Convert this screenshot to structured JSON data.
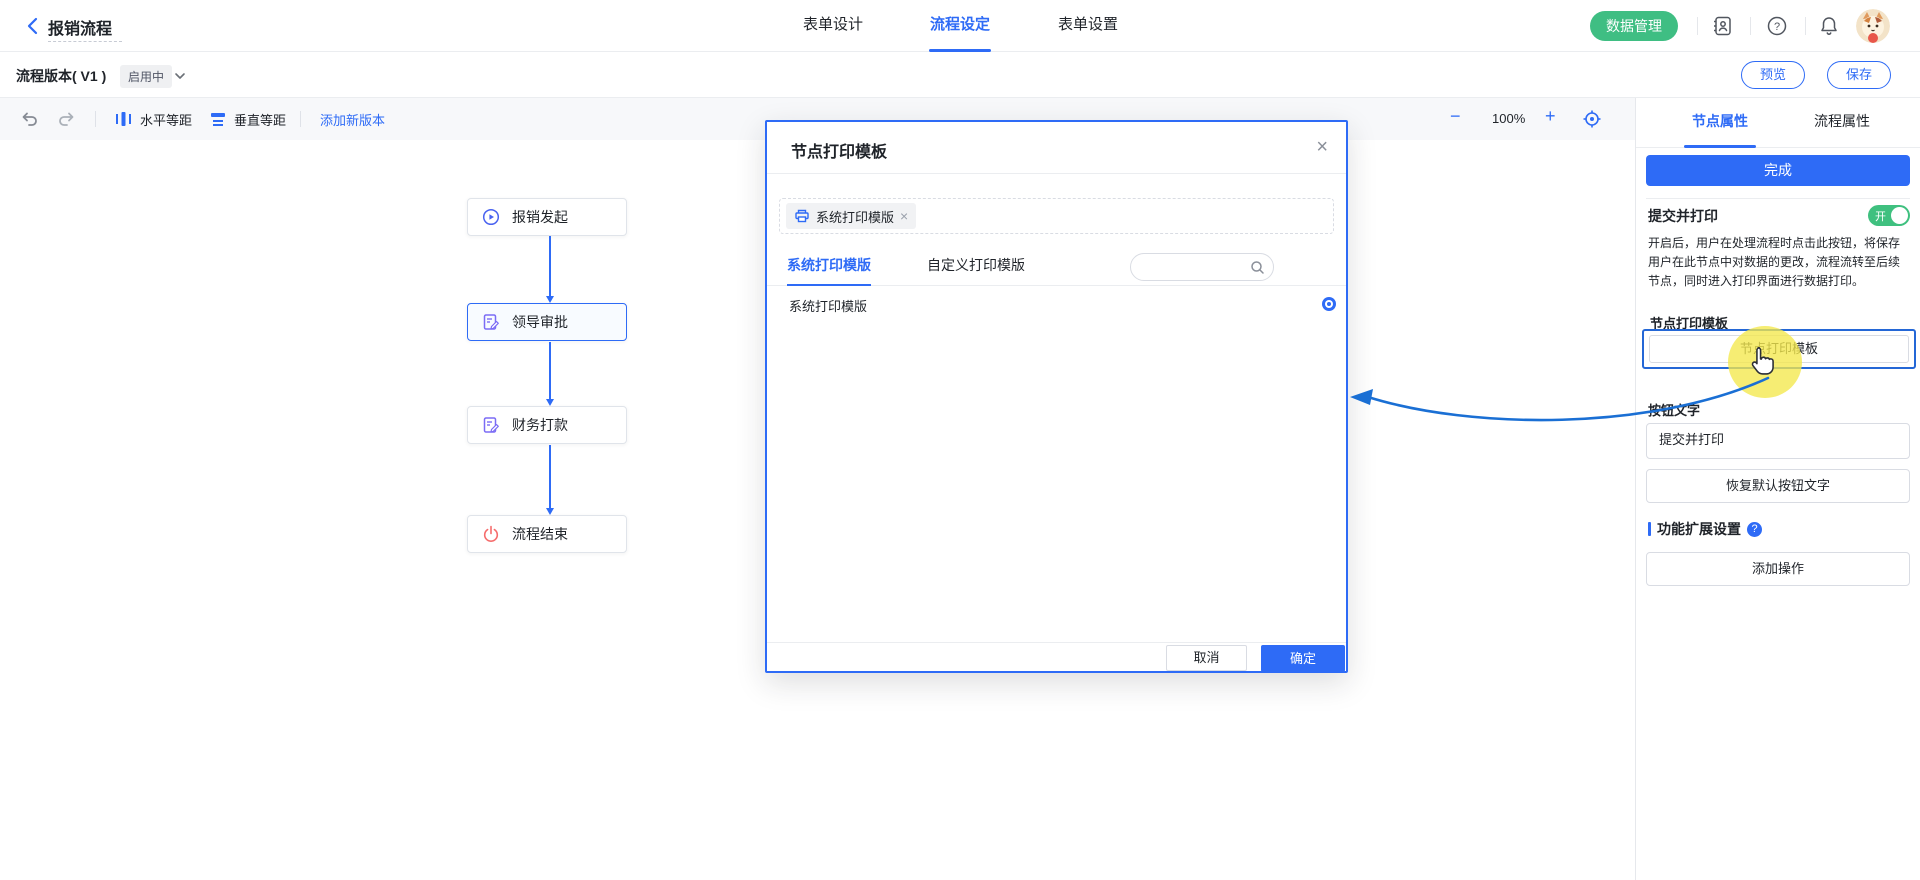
{
  "header": {
    "title": "报销流程",
    "tabs": [
      {
        "label": "表单设计"
      },
      {
        "label": "流程设定"
      },
      {
        "label": "表单设置"
      }
    ],
    "data_manage_button": "数据管理"
  },
  "glyphs": {
    "close": "×",
    "minus": "−",
    "plus": "+",
    "question": "?",
    "on": "开"
  },
  "version_bar": {
    "label": "流程版本( V1 )",
    "status_badge": "启用中",
    "preview_button": "预览",
    "save_button": "保存"
  },
  "toolbar": {
    "horizontal_label": "水平等距",
    "vertical_label": "垂直等距",
    "add_version_label": "添加新版本",
    "zoom_percent": "100%"
  },
  "flow": {
    "nodes": [
      {
        "label": "报销发起",
        "icon": "play-circle-icon"
      },
      {
        "label": "领导审批",
        "icon": "doc-edit-icon"
      },
      {
        "label": "财务打款",
        "icon": "doc-edit-icon"
      },
      {
        "label": "流程结束",
        "icon": "power-icon"
      }
    ]
  },
  "modal": {
    "title": "节点打印模板",
    "selected_tag": {
      "label": "系统打印模版"
    },
    "tabs": [
      {
        "label": "系统打印模版"
      },
      {
        "label": "自定义打印模版"
      }
    ],
    "search_placeholder": "",
    "list": [
      {
        "label": "系统打印模版",
        "selected": true
      }
    ],
    "cancel_button": "取消",
    "confirm_button": "确定"
  },
  "panel": {
    "tabs": [
      {
        "label": "节点属性"
      },
      {
        "label": "流程属性"
      }
    ],
    "done_button": "完成",
    "submit_print_label": "提交并打印",
    "toggle_on_text": "开",
    "description": "开启后，用户在处理流程时点击此按钮，将保存用户在此节点中对数据的更改，流程流转至后续节点，同时进入打印界面进行数据打印。",
    "template_section_label": "节点打印模板",
    "template_button": "节点打印模板",
    "button_text_label": "按钮文字",
    "button_text_value": "提交并打印",
    "restore_button": "恢复默认按钮文字",
    "extension_label": "功能扩展设置",
    "add_action_button": "添加操作"
  },
  "colors": {
    "primary_blue": "#2e6bf6",
    "green_pill": "#3fbe83",
    "toggle_green": "#3fc07f",
    "node_play_icon": "#4a63f0",
    "node_doc_icon": "#7b6cf5",
    "node_power_icon": "#f56c6c",
    "annotation_arrow": "#1a6fd4",
    "highlight_yellow": "#f3e84c"
  }
}
